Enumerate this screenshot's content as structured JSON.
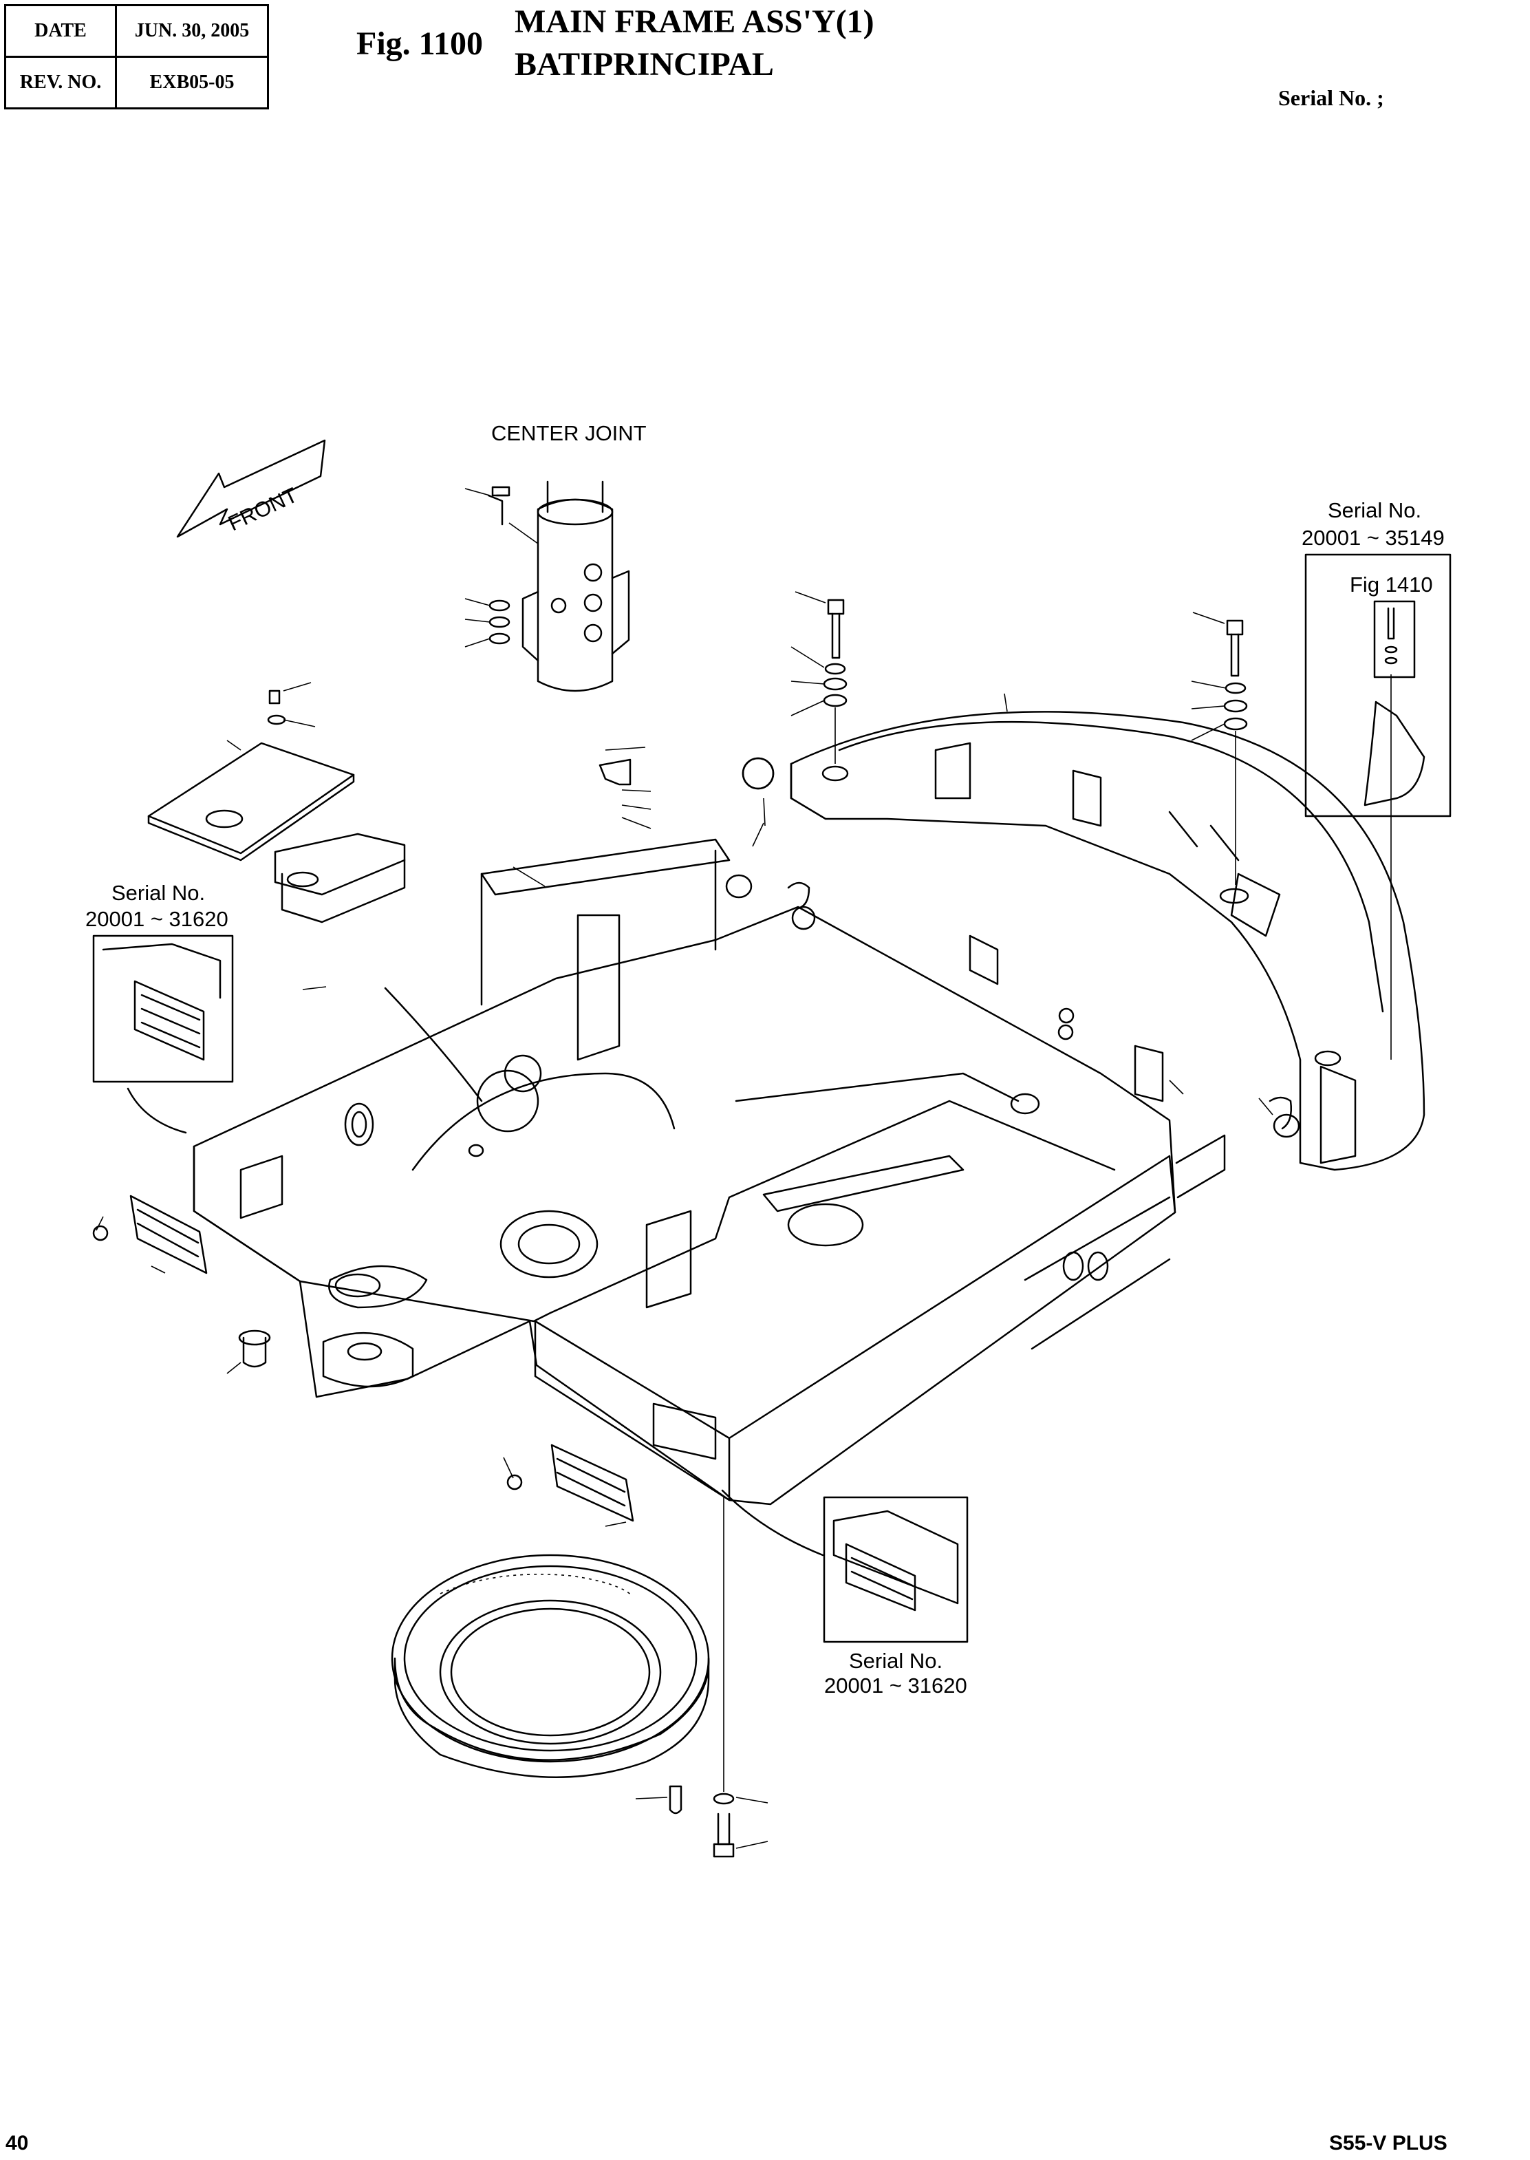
{
  "header": {
    "date_label": "DATE",
    "date_value": "JUN. 30, 2005",
    "rev_label": "REV. NO.",
    "rev_value": "EXB05-05",
    "fig_number": "Fig. 1100",
    "title_en": "MAIN FRAME ASS'Y(1)",
    "title_fr": "BATIPRINCIPAL",
    "serial_label": "Serial No. ;"
  },
  "callouts": {
    "center_joint": "CENTER JOINT",
    "front": "FRONT",
    "counterweight_serial_label": "Serial No.",
    "counterweight_serial_range": "20001 ~ 35149",
    "counterweight_fig_ref": "Fig 1410",
    "left_serial_label": "Serial No.",
    "left_serial_range": "20001 ~ 31620",
    "bottom_serial_label": "Serial No.",
    "bottom_serial_range": "20001 ~ 31620"
  },
  "footer": {
    "page_number": "40",
    "model": "S55-V PLUS"
  }
}
